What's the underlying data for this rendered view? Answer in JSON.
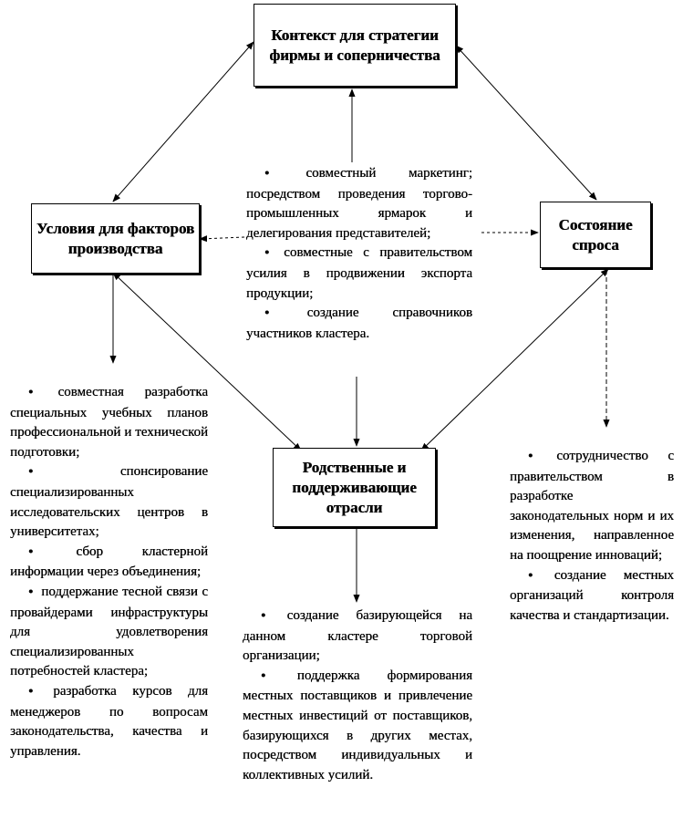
{
  "boxes": {
    "strategy": "Контекст для стратегии фирмы и соперничества",
    "factors": "Условия для факторов производства",
    "demand": "Состояние спроса",
    "related": "Родственные и поддерживающие отрасли"
  },
  "lists": {
    "center": [
      "совместный маркетинг; посредством проведения торгово-промышленных ярмарок и делегирования представителей;",
      "совместные с правительством усилия в продвижении экспорта продукции;",
      "создание справочников участников кластера."
    ],
    "factors": [
      "совместная разработка специальных учебных планов профессиональной и технической подготовки;",
      "спонсирование специализированных исследовательских центров в университетах;",
      "сбор кластерной информации через объединения;",
      "поддержание тесной связи с провайдерами инфраструктуры для удовлетворения специализированных потребностей кластера;",
      "разработка курсов для менеджеров по вопросам законодательства, качества и управления."
    ],
    "related": [
      "создание базирующейся на данном кластере торговой организации;",
      "поддержка формирования местных поставщиков и привлечение местных инвестиций от поставщиков, базирующихся в других местах, посредством индивидуальных и коллективных усилий."
    ],
    "demand": [
      "сотрудничество с правительством в разработке законодательных норм и их изменения, направленное на поощрение инноваций;",
      "создание местных организаций контроля качества и стандартизации."
    ]
  }
}
